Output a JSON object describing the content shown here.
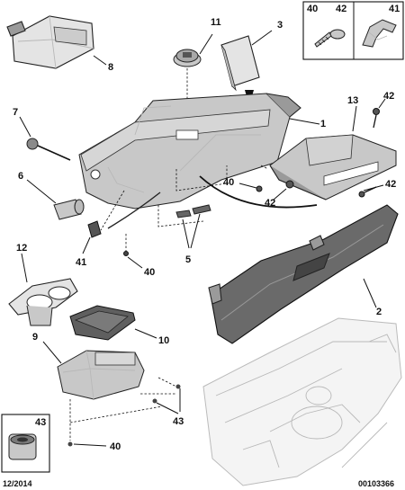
{
  "callouts": [
    {
      "id": "1",
      "label": "1"
    },
    {
      "id": "2",
      "label": "2"
    },
    {
      "id": "3",
      "label": "3"
    },
    {
      "id": "5",
      "label": "5"
    },
    {
      "id": "6",
      "label": "6"
    },
    {
      "id": "7",
      "label": "7"
    },
    {
      "id": "8",
      "label": "8"
    },
    {
      "id": "9",
      "label": "9"
    },
    {
      "id": "10",
      "label": "10"
    },
    {
      "id": "11",
      "label": "11"
    },
    {
      "id": "12",
      "label": "12"
    },
    {
      "id": "13",
      "label": "13"
    },
    {
      "id": "40a",
      "label": "40"
    },
    {
      "id": "40b",
      "label": "40"
    },
    {
      "id": "40c",
      "label": "40"
    },
    {
      "id": "41",
      "label": "41"
    },
    {
      "id": "42a",
      "label": "42"
    },
    {
      "id": "42b",
      "label": "42"
    },
    {
      "id": "42c",
      "label": "42"
    },
    {
      "id": "43",
      "label": "43"
    }
  ],
  "inset_top": {
    "left_label": "40",
    "middle_label": "42",
    "right_label": "41"
  },
  "inset_bottom": {
    "label": "43"
  },
  "footer": {
    "date": "12/2014",
    "reference": "00103366"
  }
}
